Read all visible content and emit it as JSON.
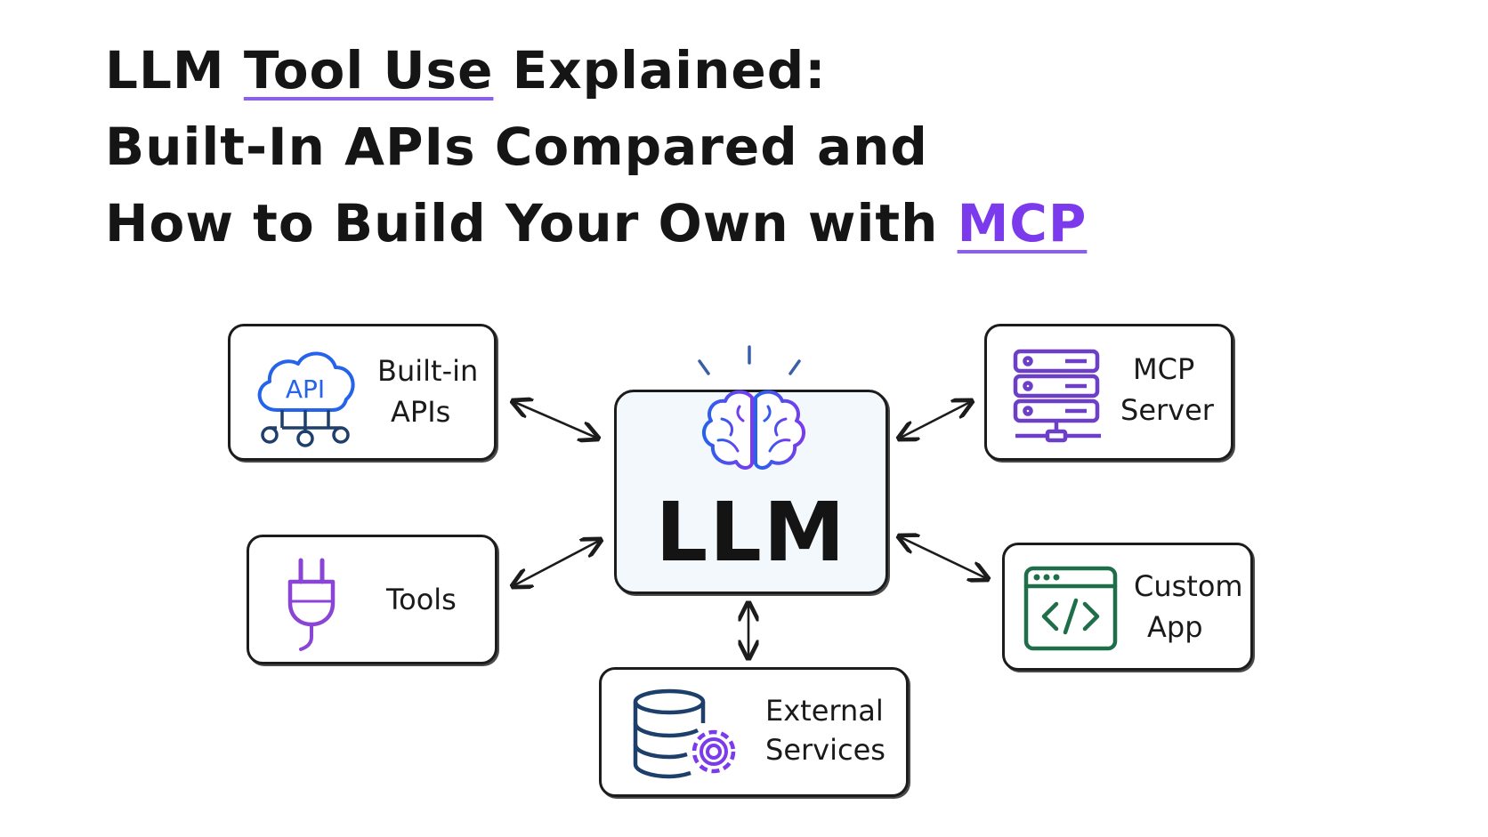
{
  "title": {
    "line1_part1": "LLM ",
    "line1_highlight": "Tool Use",
    "line1_part2": " Explained:",
    "line2": "Built-In APIs Compared and",
    "line3_part1": "How to Build Your Own with ",
    "line3_highlight": "MCP"
  },
  "center": {
    "label": "LLM",
    "icon": "brain-icon"
  },
  "nodes": {
    "builtin_apis": {
      "line1": "Built-in",
      "line2": "APIs",
      "icon": "api-cloud-icon",
      "icon_text": "API"
    },
    "tools": {
      "line1": "Tools",
      "icon": "plug-icon"
    },
    "external_services": {
      "line1": "External",
      "line2": "Services",
      "icon": "database-gear-icon"
    },
    "mcp_server": {
      "line1": "MCP",
      "line2": "Server",
      "icon": "server-rack-icon"
    },
    "custom_app": {
      "line1": "Custom",
      "line2": "App",
      "icon": "code-window-icon"
    }
  },
  "colors": {
    "accent_purple": "#7c3aed",
    "api_blue": "#2563eb",
    "plug_purple": "#8b45d6",
    "database_navy": "#1f3f6b",
    "server_purple": "#6d3fc9",
    "code_green": "#1e6e4a",
    "center_fill": "#f3f8fc"
  }
}
